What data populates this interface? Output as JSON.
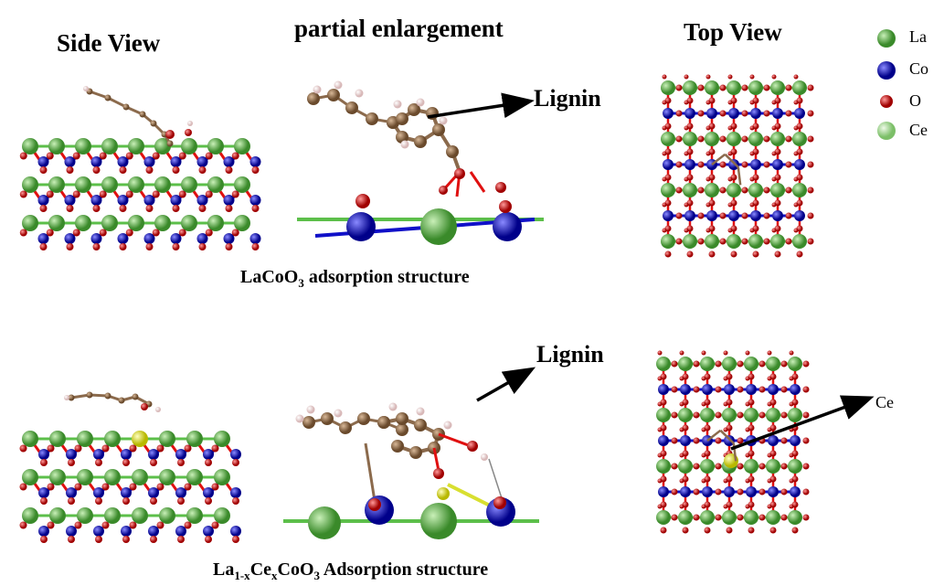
{
  "headers": {
    "side_view": "Side View",
    "partial": "partial enlargement",
    "top_view": "Top View"
  },
  "legend": [
    {
      "label": "La",
      "color": "#5aa845"
    },
    {
      "label": "Co",
      "color": "#1010c8"
    },
    {
      "label": "O",
      "color": "#e01010"
    },
    {
      "label": "Ce",
      "color": "#b8e0a8"
    }
  ],
  "row1": {
    "pointer_label": "Lignin",
    "caption": {
      "pre": "LaCoO",
      "sub": "3",
      "post": " adsorption structure"
    }
  },
  "row2": {
    "pointer_label": "Lignin",
    "ce_label": "Ce",
    "caption": {
      "p1": "La",
      "s1": "1-x",
      "p2": "Ce",
      "s2": "x",
      "p3": "CoO",
      "s3": "3",
      "p4": " Adsorption structure"
    }
  },
  "colors": {
    "la": "#5aa845",
    "co": "#1010c8",
    "o": "#e01010",
    "c": "#8b6a4c",
    "h": "#f0d8d8",
    "ce": "#e6ea3a",
    "bond_green": "#5cbf4a"
  }
}
